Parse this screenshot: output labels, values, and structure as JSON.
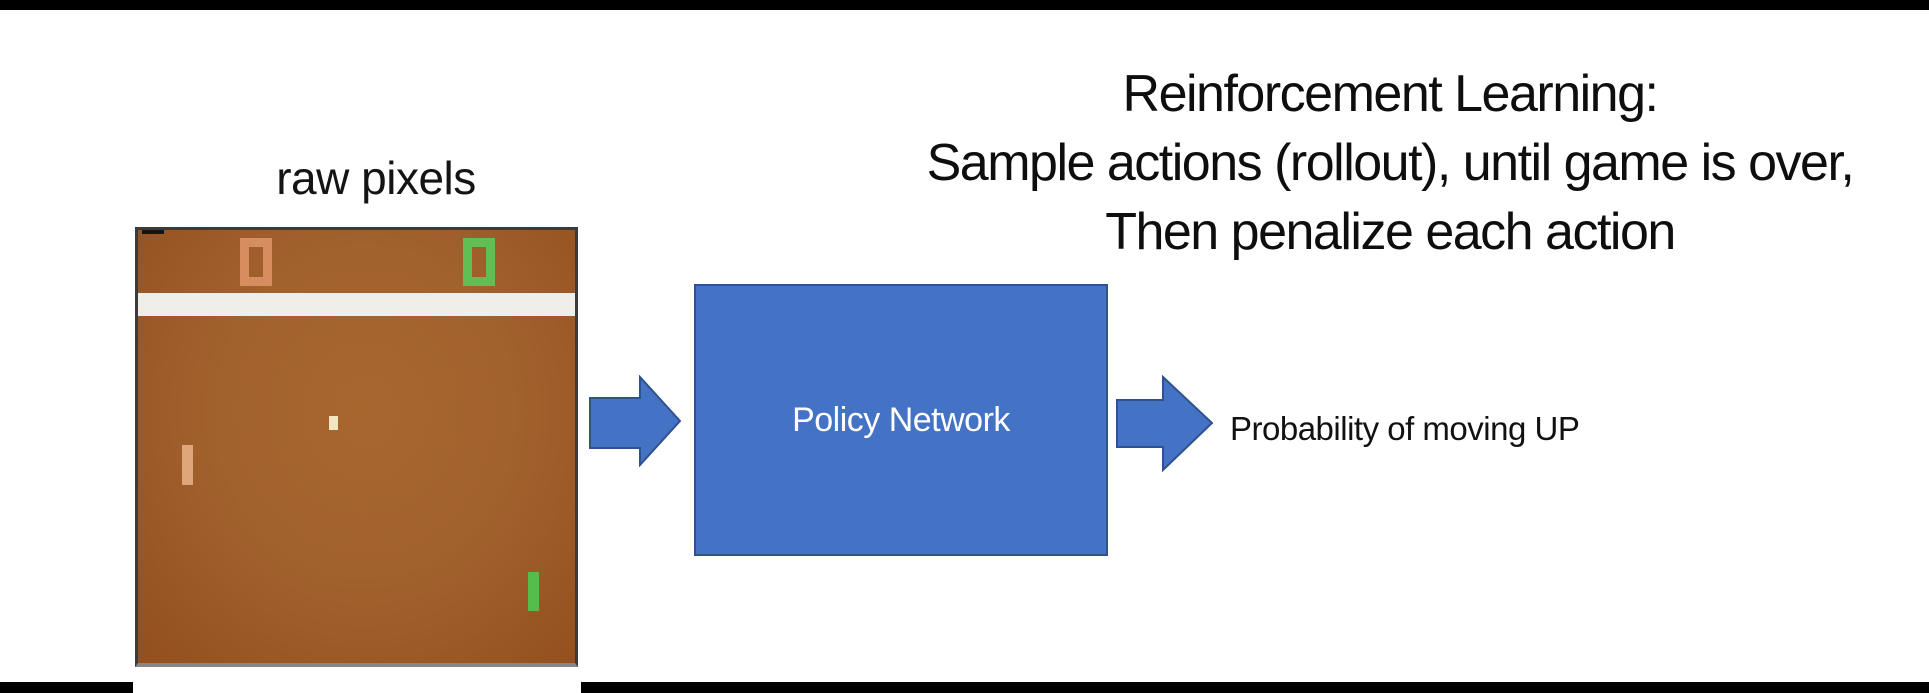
{
  "slide": {
    "background": "#ffffff",
    "letterbox_color": "#000000"
  },
  "title": {
    "line1": "Reinforcement Learning:",
    "line2": "Sample actions (rollout), until game is over,",
    "line3": "Then penalize each action"
  },
  "pong": {
    "caption": "raw pixels",
    "left_score": "0",
    "right_score": "0",
    "colors": {
      "field": "#A2622E",
      "frame": "#3B3B3B",
      "left_score": "#D68E60",
      "right_score": "#5FBF55",
      "top_wall": "#EFEEE9",
      "ball": "#F3E5BF",
      "left_paddle": "#DDA67B",
      "right_paddle": "#55BD4B"
    }
  },
  "policy_network": {
    "label": "Policy Network",
    "fill": "#4472C4",
    "border": "#2F528F",
    "text_color": "#FFFFFF"
  },
  "arrows": {
    "fill": "#4472C4",
    "border": "#2F528F"
  },
  "output": {
    "label": "Probability of moving UP"
  }
}
